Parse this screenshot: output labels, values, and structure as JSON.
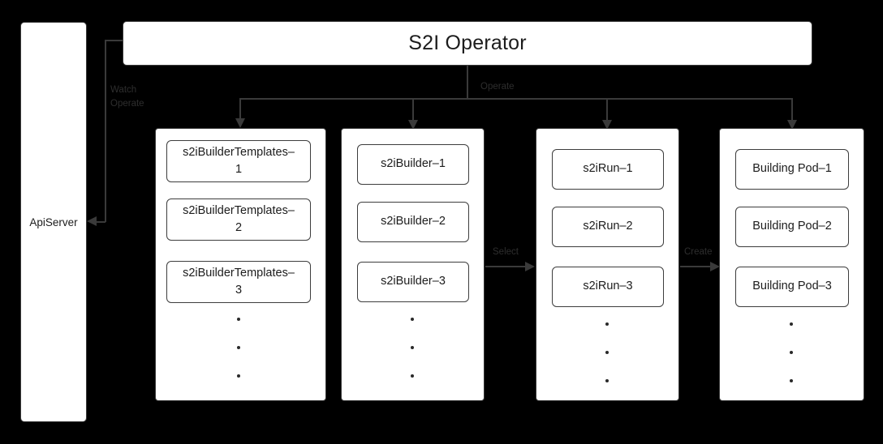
{
  "diagram": {
    "title": "S2I Operator",
    "background_color": "#000000",
    "box_fill": "#ffffff",
    "box_border": "#3a3a3a",
    "edge_label_color": "#2e2e2e"
  },
  "operator": {
    "label": "S2I Operator"
  },
  "apiserver": {
    "label": "ApiServer"
  },
  "edges": {
    "watch_operate": "Watch\nOperate",
    "operate": "Operate",
    "select": "Select",
    "create": "Create"
  },
  "columns": [
    {
      "id": "s2ibuildertemplates",
      "items": [
        "s2iBuilderTemplates–\n1",
        "s2iBuilderTemplates–\n2",
        "s2iBuilderTemplates–\n3"
      ],
      "ellipsis": "•••"
    },
    {
      "id": "s2ibuilder",
      "items": [
        "s2iBuilder–1",
        "s2iBuilder–2",
        "s2iBuilder–3"
      ],
      "ellipsis": "•••"
    },
    {
      "id": "s2irun",
      "items": [
        "s2iRun–1",
        "s2iRun–2",
        "s2iRun–3"
      ],
      "ellipsis": "•••"
    },
    {
      "id": "building-pod",
      "items": [
        "Building Pod–1",
        "Building Pod–2",
        "Building Pod–3"
      ],
      "ellipsis": "•••"
    }
  ]
}
